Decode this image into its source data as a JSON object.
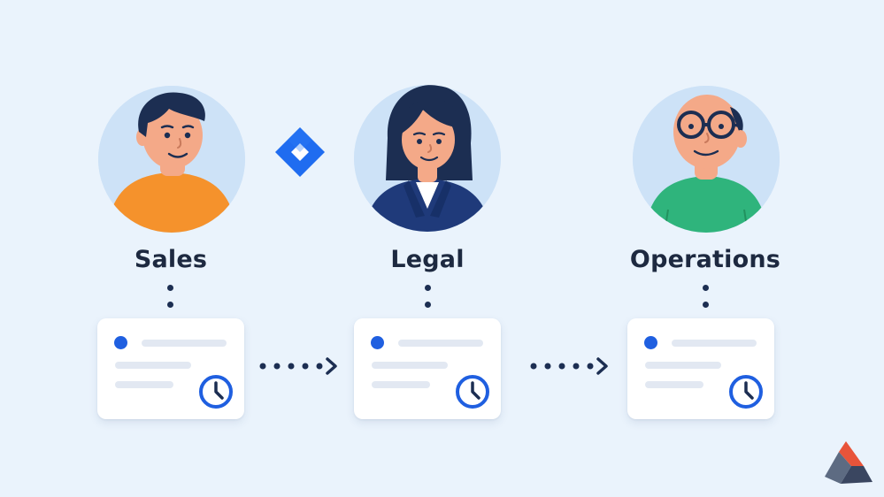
{
  "teams": [
    {
      "label": "Sales"
    },
    {
      "label": "Legal"
    },
    {
      "label": "Operations"
    }
  ],
  "colors": {
    "background": "#eaf3fc",
    "avatar_circle": "#cde2f7",
    "accent_blue": "#1f5fe0",
    "dark_navy": "#1c2e52",
    "sales_shirt": "#f5922c",
    "legal_jacket": "#1f3a7a",
    "operations_shirt": "#2fb47c",
    "skin": "#f4a988"
  },
  "icons": [
    "jira-diamond-icon",
    "clock-icon",
    "dotted-arrow-icon",
    "brand-logo-icon"
  ]
}
